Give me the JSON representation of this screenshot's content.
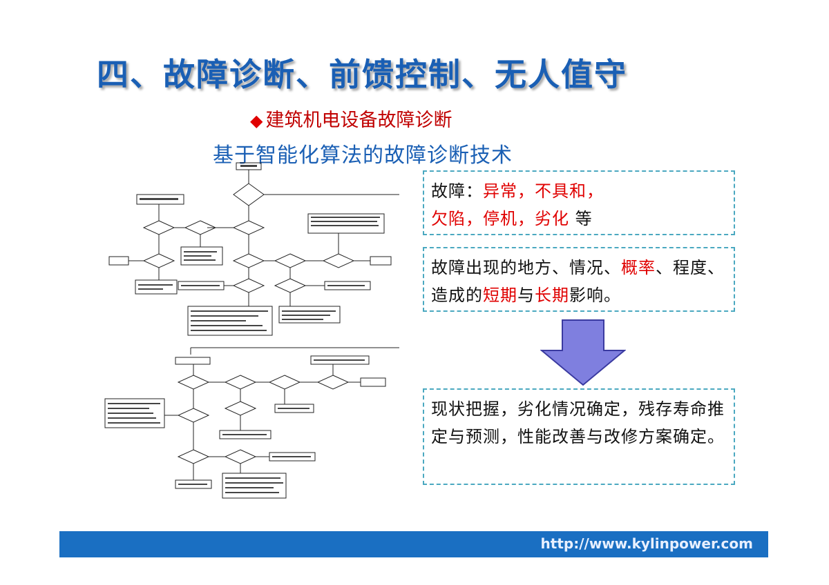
{
  "title": "四、故障诊断、前馈控制、无人值守",
  "subtitle_main": "建筑机电设备故障诊断",
  "subtitle_bullet_icon": "diamond-icon",
  "subtitle_sub": "基于智能化算法的故障诊断技术",
  "box1": {
    "label": "故障：",
    "line1_red": "异常，不具和，",
    "line2_red": "欠陷，停机，劣化",
    "line2_tail": " 等"
  },
  "box2": {
    "part1": "故障出现的地方、情况、",
    "red1": "概率",
    "part2": "、程度、造成的",
    "red2": "短期",
    "part3": "与",
    "red3": "长期",
    "part4": "影响。"
  },
  "box3": {
    "text": "现状把握，劣化情况确定，残存寿命推定与预测，性能改善与改修方案确定。"
  },
  "footer": {
    "url": "http://www.kylinpower.com"
  },
  "colors": {
    "title": "#1a5fb4",
    "accent_red": "#e00000",
    "footer_bar": "#1a6fc2",
    "box_border": "#4aa8c0",
    "arrow_fill": "#7f7fdf"
  }
}
